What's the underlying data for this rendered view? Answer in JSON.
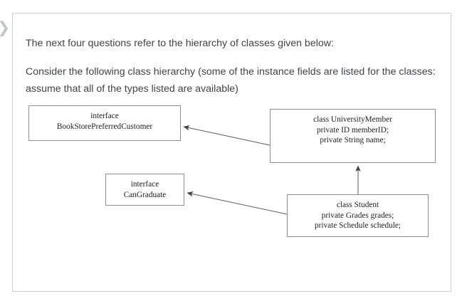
{
  "nav": {
    "chevron_glyph": "❯"
  },
  "question": {
    "paragraphs": [
      "The next four questions refer to the hierarchy of classes given below:",
      "Consider the following class hierarchy (some of the instance fields are listed for the classes: assume that all of the types listed are available)"
    ]
  },
  "diagram": {
    "type": "class-hierarchy",
    "boxes": [
      {
        "id": "bookstore",
        "lines": [
          "interface",
          "BookStorePreferredCustomer"
        ]
      },
      {
        "id": "university-member",
        "lines": [
          "class UniversityMember",
          "private ID memberID;",
          "private String name;"
        ]
      },
      {
        "id": "can-graduate",
        "lines": [
          "interface",
          "CanGraduate"
        ]
      },
      {
        "id": "student",
        "lines": [
          "class Student",
          "private Grades grades;",
          "private Schedule schedule;"
        ]
      }
    ],
    "edges": [
      {
        "from": "university-member",
        "to": "bookstore",
        "style": "implements-arrow"
      },
      {
        "from": "student",
        "to": "can-graduate",
        "style": "implements-arrow"
      },
      {
        "from": "student",
        "to": "university-member",
        "style": "extends-arrow"
      }
    ]
  },
  "colors": {
    "card_border": "#cdd0d4",
    "box_border": "#8d8f92",
    "text": "#3f4246",
    "diagram_text": "#1d1d1d",
    "edge": "#5a5c5e",
    "chevron": "#c3c6cb"
  }
}
